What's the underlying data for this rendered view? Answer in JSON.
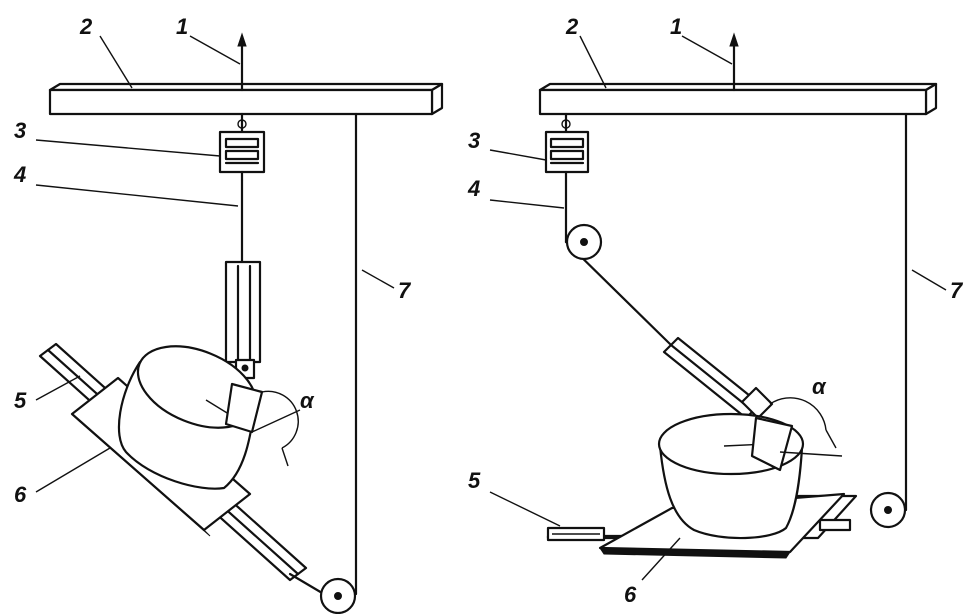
{
  "left_figure": {
    "labels": {
      "l1": "1",
      "l2": "2",
      "l3": "3",
      "l4": "4",
      "l5": "5",
      "l6": "6",
      "l7": "7",
      "alpha": "α"
    }
  },
  "right_figure": {
    "labels": {
      "l1": "1",
      "l2": "2",
      "l3": "3",
      "l4": "4",
      "l5": "5",
      "l6": "6",
      "l7": "7",
      "alpha": "α"
    }
  }
}
